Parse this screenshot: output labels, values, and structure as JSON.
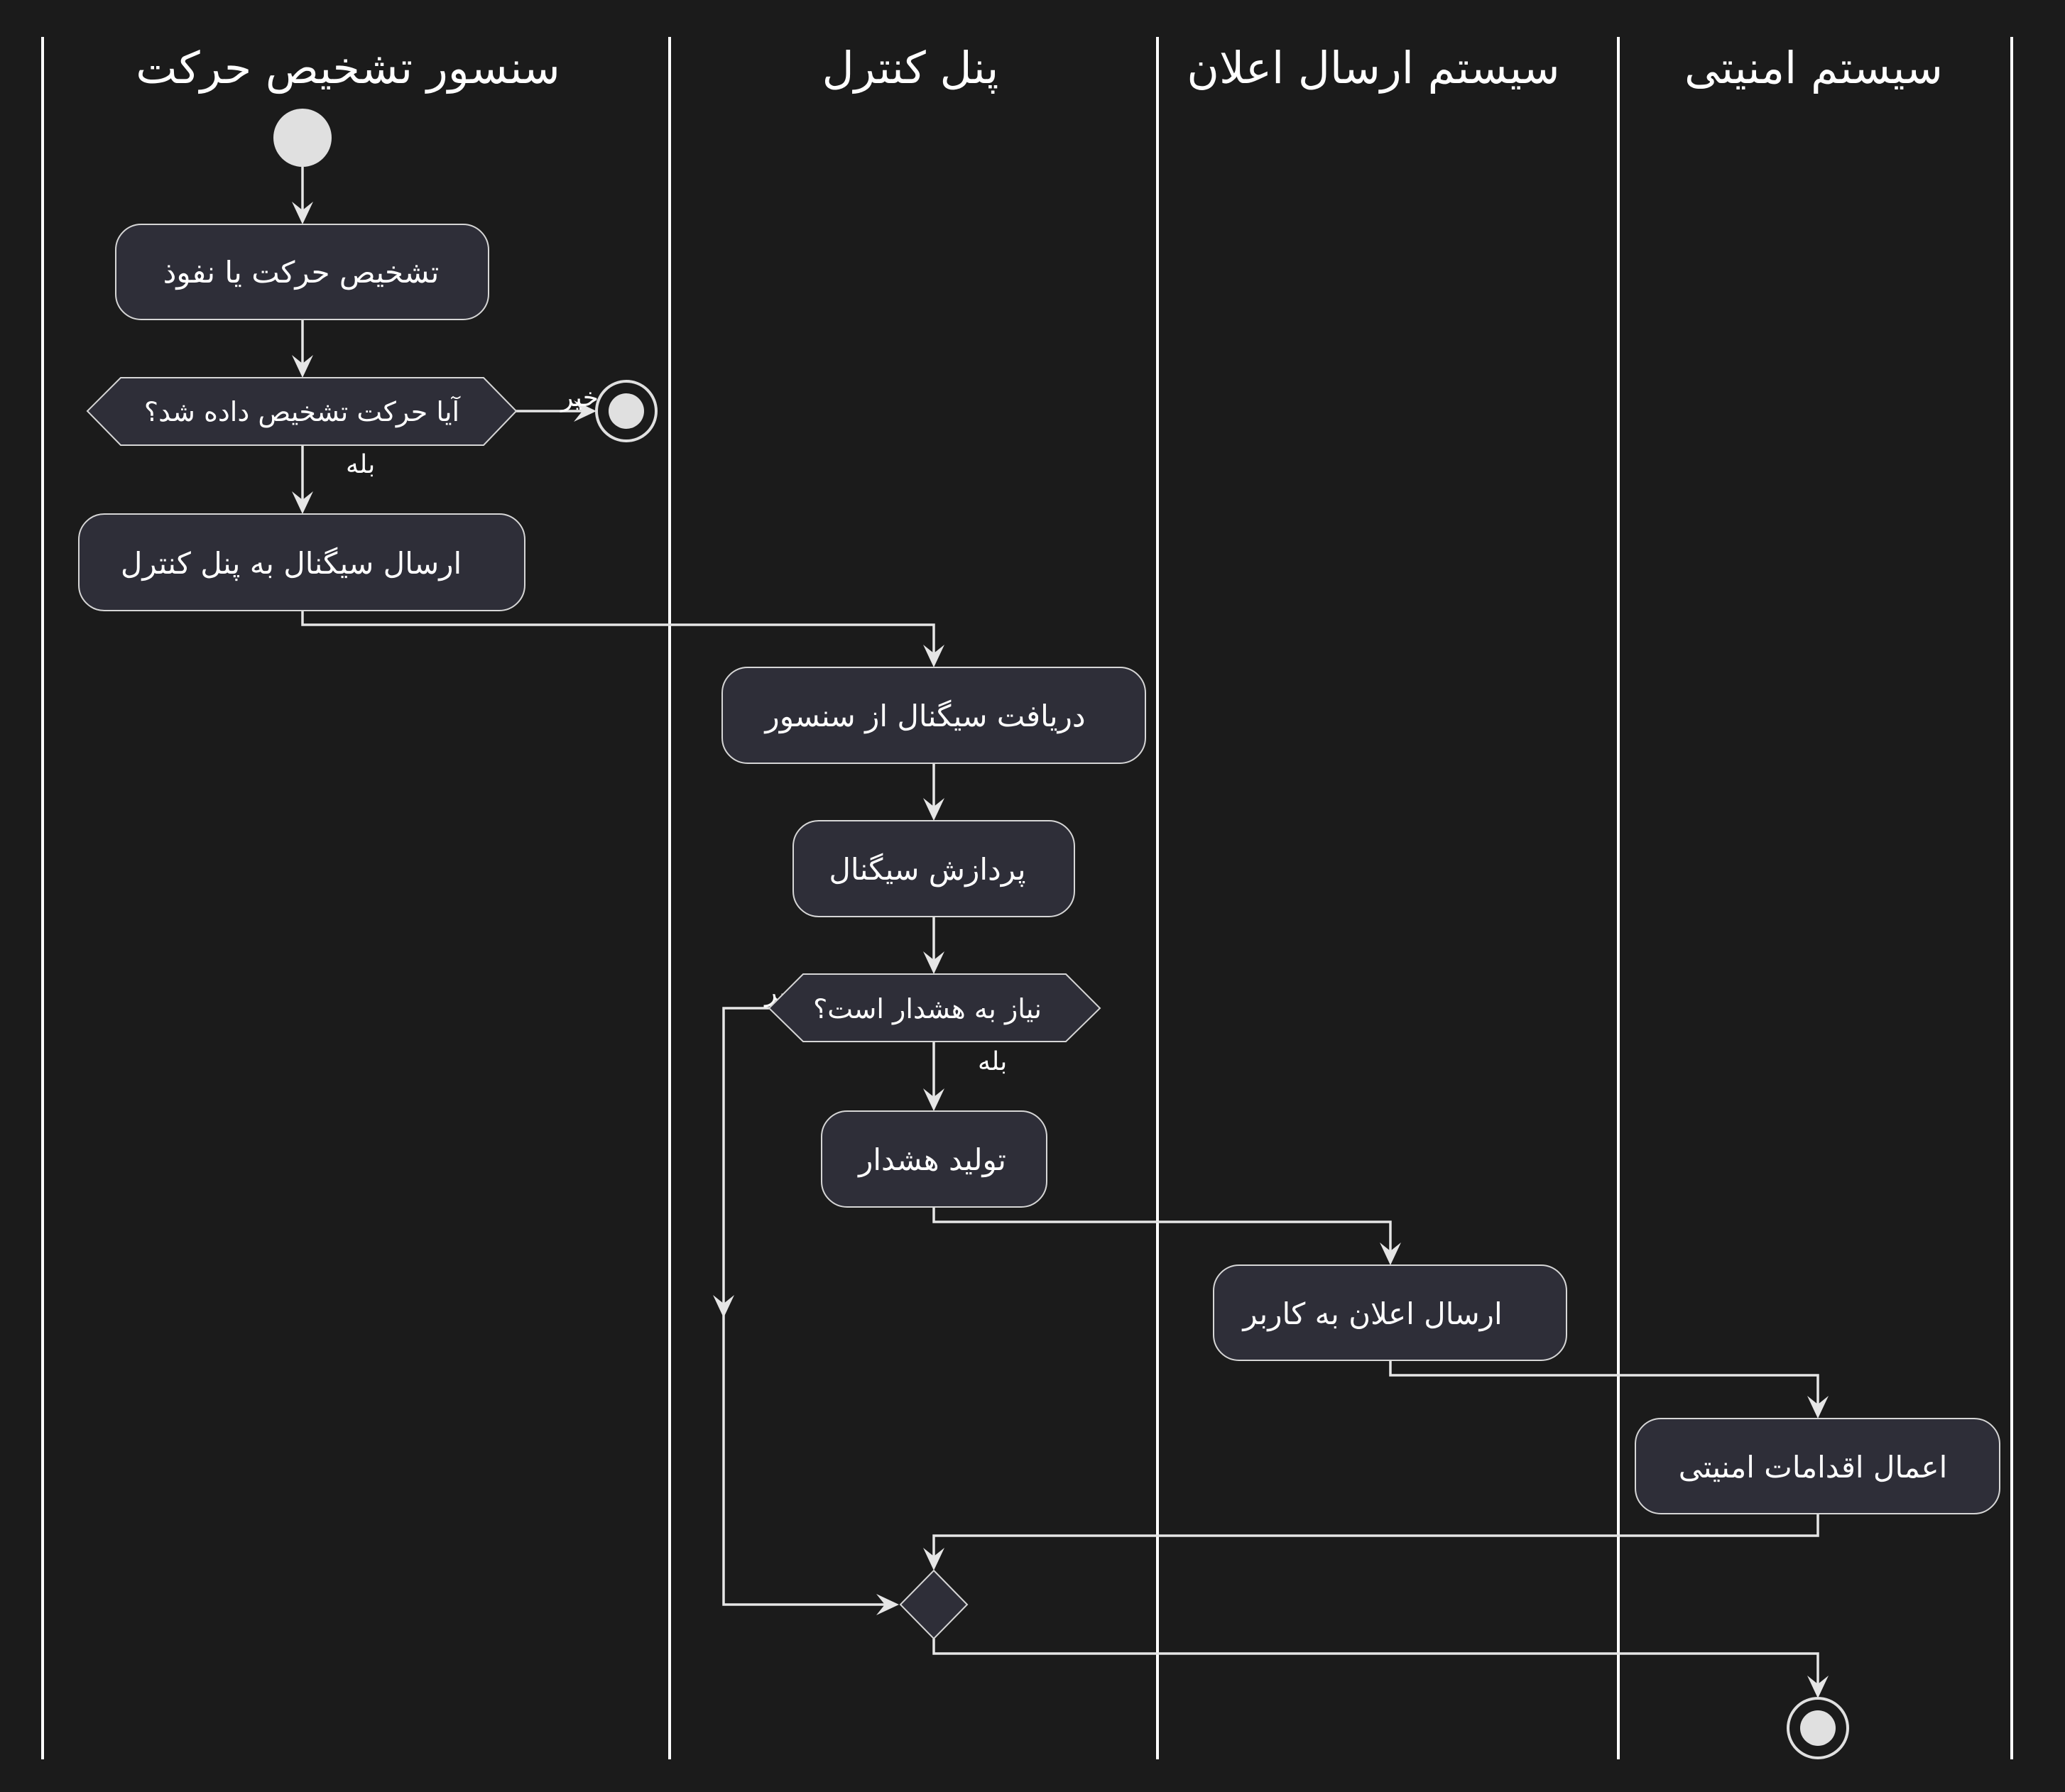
{
  "colors": {
    "background": "#1b1b1b",
    "node_fill": "#2e2e38",
    "node_stroke": "#d6d6d6",
    "text": "#ffffff",
    "edge": "#e6e6e6",
    "start_node": "#e0e0e0"
  },
  "lanes": [
    {
      "title": "سنسور تشخیص حرکت"
    },
    {
      "title": "پنل کنترل"
    },
    {
      "title": "سیستم ارسال اعلان"
    },
    {
      "title": "سیستم امنیتی"
    }
  ],
  "nodes": {
    "detect": "تشخیص حرکت یا نفوذ",
    "q_detected": "آیا حرکت تشخیص داده شد؟",
    "send_signal": "ارسال سیگنال به پنل کنترل",
    "receive_signal": "دریافت سیگنال از سنسور",
    "process_signal": "پردازش سیگنال",
    "q_alert": "نیاز به هشدار است؟",
    "generate_alert": "تولید هشدار",
    "send_notification": "ارسال اعلان به کاربر",
    "security_actions": "اعمال اقدامات امنیتی"
  },
  "edge_labels": {
    "q_detected_no": "خیر",
    "q_detected_yes": "بله",
    "q_alert_no": "خیر",
    "q_alert_yes": "بله"
  }
}
